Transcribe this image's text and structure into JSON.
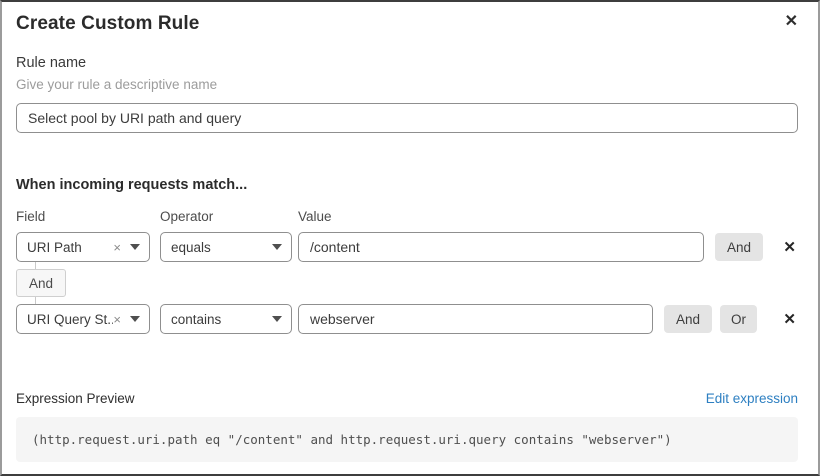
{
  "dialog": {
    "title": "Create Custom Rule"
  },
  "icons": {
    "close": "✕",
    "clear": "×",
    "remove": "✕"
  },
  "rule_name": {
    "label": "Rule name",
    "helper": "Give your rule a descriptive name",
    "value": "Select pool by URI path and query"
  },
  "match": {
    "heading": "When incoming requests match...",
    "columns": {
      "field": "Field",
      "operator": "Operator",
      "value": "Value"
    },
    "rows": [
      {
        "field": "URI Path",
        "operator": "equals",
        "value": "/content",
        "and_label": "And"
      },
      {
        "field": "URI Query St...",
        "operator": "contains",
        "value": "webserver",
        "and_label": "And",
        "or_label": "Or"
      }
    ],
    "group_connector": "And"
  },
  "expression": {
    "label": "Expression Preview",
    "edit_link": "Edit expression",
    "code": "(http.request.uri.path eq \"/content\" and http.request.uri.query contains \"webserver\")"
  },
  "colors": {
    "link_blue": "#2d7fc1",
    "chip_gray": "#e4e4e4",
    "code_bg": "#f5f5f5"
  }
}
